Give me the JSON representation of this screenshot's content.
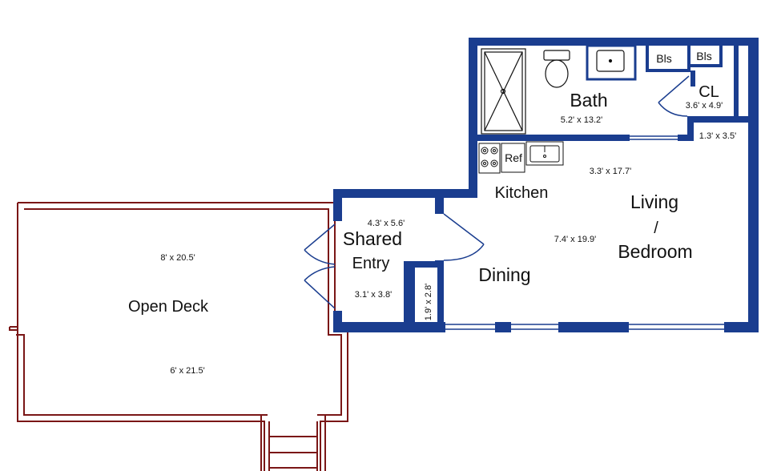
{
  "rooms": {
    "bath": {
      "name": "Bath",
      "dim": "5.2' x 13.2'"
    },
    "closet": {
      "name": "CL",
      "dim": "3.6' x 4.9'"
    },
    "linen_1": {
      "name": "Bls"
    },
    "linen_2": {
      "name": "Bls"
    },
    "hall": {
      "dim": "1.3' x 3.5'"
    },
    "kitchen": {
      "name": "Kitchen",
      "dim": "3.3' x 17.7'",
      "fridge": "Ref"
    },
    "living": {
      "line1": "Living",
      "line2": "/",
      "line3": "Bedroom",
      "dim": "7.4' x 19.9'"
    },
    "dining": {
      "name": "Dining",
      "dim": "1.9' x 2.8'"
    },
    "entry": {
      "line1": "Shared",
      "line2": "Entry",
      "dim_top": "4.3' x 5.6'",
      "dim_bottom": "3.1' x 3.8'"
    },
    "deck": {
      "name": "Open Deck",
      "dim_top": "8' x 20.5'",
      "dim_bottom": "6' x 21.5'"
    }
  },
  "colors": {
    "wall": "#1a3d8f",
    "deck": "#7a1616",
    "fixture": "#111111"
  }
}
